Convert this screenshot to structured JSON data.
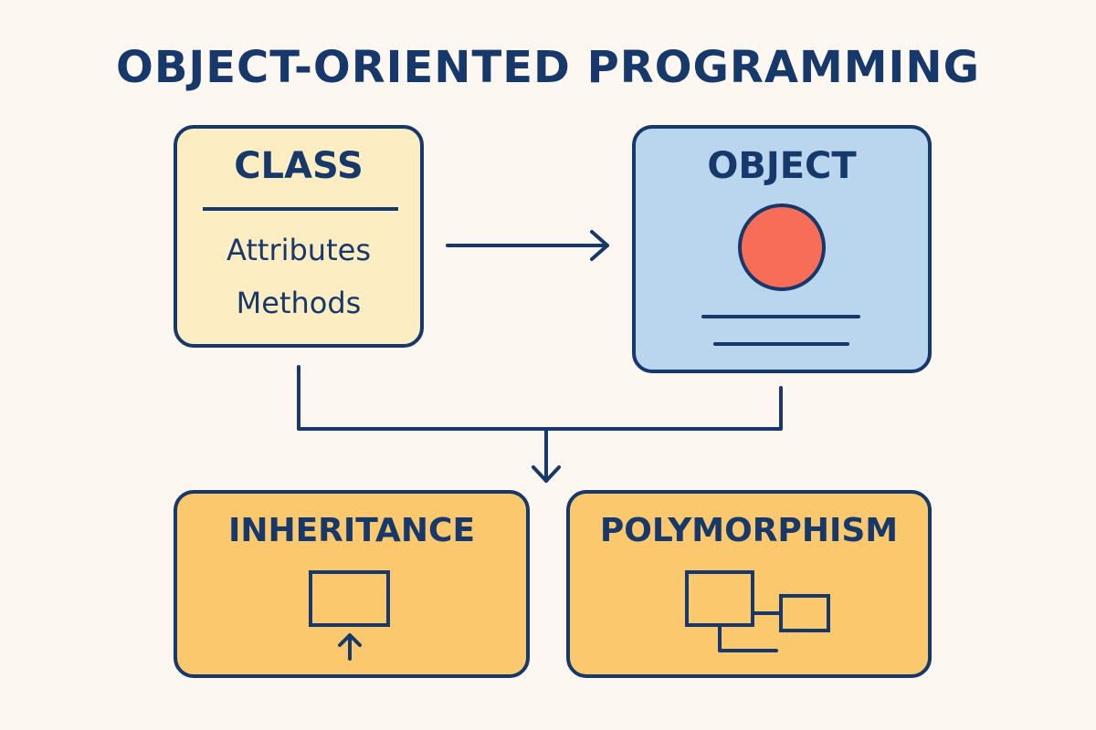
{
  "title": "OBJECT-ORIENTED PROGRAMMING",
  "class_box": {
    "title": "CLASS",
    "items": [
      "Attributes",
      "Methods"
    ]
  },
  "object_box": {
    "title": "OBJECT"
  },
  "inheritance_box": {
    "title": "INHERITANCE"
  },
  "polymorphism_box": {
    "title": "POLYMORPHISM"
  },
  "colors": {
    "background": "#fcf7f0",
    "stroke": "#17386b",
    "class_fill": "#fcedc3",
    "object_fill": "#bad5ee",
    "concept_fill": "#fcc86e",
    "object_circle": "#f86d57"
  },
  "icons": {
    "object": "circle-icon",
    "inheritance": "inheritance-icon",
    "polymorphism": "polymorphism-icon"
  }
}
